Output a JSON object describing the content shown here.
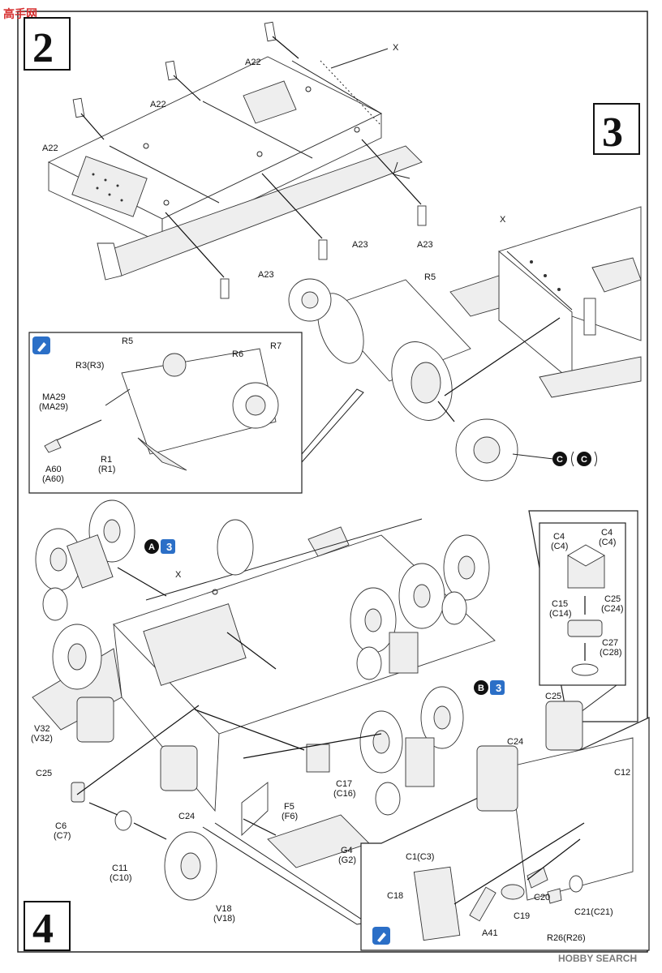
{
  "watermark": {
    "top_left": "高手网",
    "bottom_right": "HOBBY SEARCH"
  },
  "steps": [
    "2",
    "3",
    "4"
  ],
  "labels": {
    "a22_1": "A22",
    "a22_2": "A22",
    "a22_3": "A22",
    "a23_1": "A23",
    "a23_2": "A23",
    "a23_3": "A23",
    "x_step2": "X",
    "x_step3": "X",
    "x_step4": "X",
    "r5_main": "R5",
    "c_marker_1": "C",
    "c_marker_2": "C",
    "inset_r5": "R5",
    "inset_r6": "R6",
    "inset_r7": "R7",
    "inset_r3": "R3(R3)",
    "inset_ma29a": "MA29",
    "inset_ma29b": "(MA29)",
    "inset_r1a": "R1",
    "inset_r1b": "(R1)",
    "inset_a60a": "A60",
    "inset_a60b": "(A60)",
    "sub_a": "A",
    "sub_a_mult": "3",
    "sub_b": "B",
    "sub_b_mult": "3",
    "c4_l1": "C4",
    "c4_l2": "(C4)",
    "c4_r1": "C4",
    "c4_r2": "(C4)",
    "c25_in1": "C25",
    "c25_in2": "(C24)",
    "c15_1": "C15",
    "c15_2": "(C14)",
    "c27_1": "C27",
    "c27_2": "(C28)",
    "v32_1": "V32",
    "v32_2": "(V32)",
    "c25_left": "C25",
    "c6_1": "C6",
    "c6_2": "(C7)",
    "c11_1": "C11",
    "c11_2": "(C10)",
    "v18_1": "V18",
    "v18_2": "(V18)",
    "c24_left": "C24",
    "c17_1": "C17",
    "c17_2": "(C16)",
    "f5_1": "F5",
    "f5_2": "(F6)",
    "g4_1": "G4",
    "g4_2": "(G2)",
    "c25_right": "C25",
    "c24_right": "C24",
    "c12": "C12",
    "c1": "C1(C3)",
    "c18": "C18",
    "a41": "A41",
    "c19": "C19",
    "c20": "C20",
    "c21": "C21(C21)",
    "r26": "R26(R26)"
  }
}
